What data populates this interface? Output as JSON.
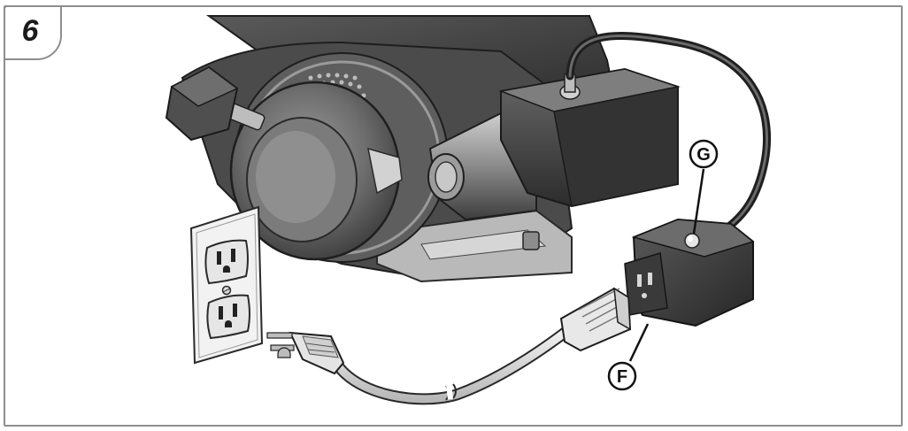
{
  "figure": {
    "step_number": "6",
    "callouts": [
      {
        "id": "G",
        "label": "G"
      },
      {
        "id": "F",
        "label": "F"
      }
    ]
  },
  "colors": {
    "frame": "#8e8e8e",
    "engine_dark": "#4a4a4a",
    "engine_mid": "#7a7a7a",
    "engine_light": "#b5b5b5",
    "cord": "#d9d9d9",
    "outlet_plate": "#f2f2f2"
  }
}
